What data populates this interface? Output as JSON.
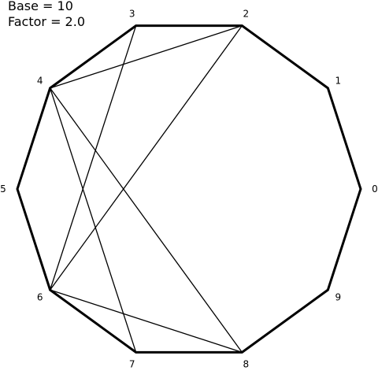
{
  "info": {
    "base_text": "Base = 10",
    "factor_text": "Factor = 2.0"
  },
  "diagram": {
    "type": "times-table-circle",
    "base": 10,
    "factor": 2.0,
    "vertex_labels": [
      "0",
      "1",
      "2",
      "3",
      "4",
      "5",
      "6",
      "7",
      "8",
      "9"
    ],
    "chords": [
      [
        1,
        2
      ],
      [
        2,
        4
      ],
      [
        3,
        6
      ],
      [
        4,
        8
      ],
      [
        6,
        2
      ],
      [
        7,
        4
      ],
      [
        8,
        6
      ],
      [
        9,
        8
      ]
    ],
    "colors": {
      "polygon": "#000000",
      "chord": "#000000",
      "background": "#ffffff"
    }
  }
}
